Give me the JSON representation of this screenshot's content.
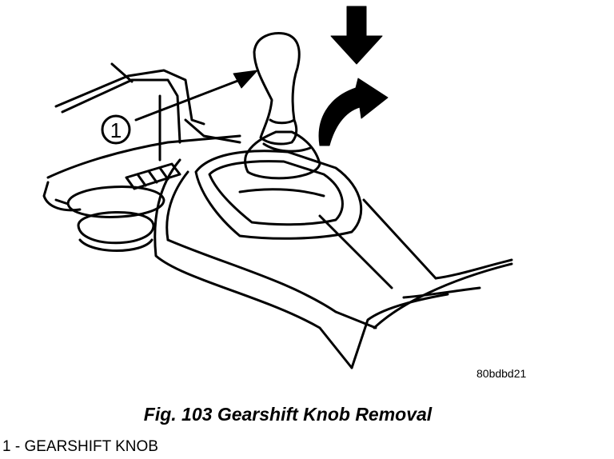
{
  "figure": {
    "callout_number": "1",
    "image_code": "80bdbd21",
    "caption": "Fig. 103 Gearshift Knob Removal",
    "legend": "1 - GEARSHIFT KNOB",
    "colors": {
      "ink": "#000000",
      "paper": "#ffffff"
    }
  }
}
